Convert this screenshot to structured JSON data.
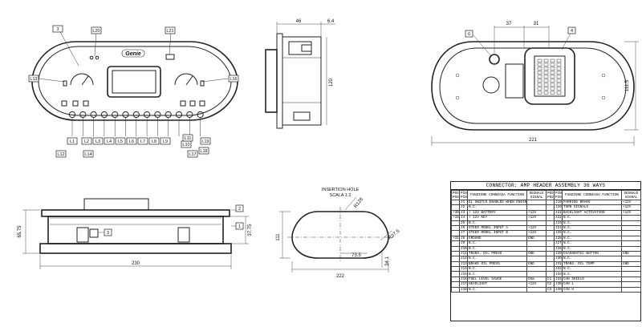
{
  "front_view": {
    "brand_logo": "Genie",
    "callouts": [
      "3",
      "L20",
      "L21",
      "L13",
      "L16",
      "L12",
      "L1",
      "L14",
      "L2",
      "L3",
      "L4",
      "L5",
      "L6",
      "L7",
      "L8",
      "L9",
      "L10",
      "L17",
      "L18",
      "L19",
      "L11"
    ]
  },
  "side_view": {
    "dim_depth": "46",
    "dim_bezel": "6.4",
    "dim_height": "120"
  },
  "rear_view": {
    "callouts": [
      "6",
      "4"
    ],
    "dim_a": "37",
    "dim_b": "31",
    "dim_height": "111.5",
    "dim_width": "221"
  },
  "bottom_view": {
    "callouts": [
      "2",
      "1",
      "3"
    ],
    "dim_h1": "65.75",
    "dim_h2": "37.75",
    "dim_width": "230"
  },
  "insertion_hole": {
    "title": "INSERTION HOLE",
    "scale": "SCALA 1:2",
    "dim_r1": "R128",
    "dim_r2": "R37.5",
    "dim_height": "111",
    "dim_x": "73.5",
    "dim_y": "34.1",
    "dim_width": "222"
  },
  "connector": {
    "title": "CONNECTOR: AMP HEADER ASSEMBLY 36 WAYS",
    "headers": {
      "pos": "POS. POS.",
      "pin": "PIN PIN",
      "function": "FUNZIONE CONNESSA FUNCTION",
      "signal": "SEGNALE SIGNAL"
    },
    "left": [
      {
        "pos": "",
        "pin": "J1",
        "function": "EL SWITCH ENABLED WHEN ENGINE RUNNING",
        "signal": ""
      },
      {
        "pos": "",
        "pin": "J2",
        "function": "N.C.",
        "signal": ""
      },
      {
        "pos": "+30",
        "pin": "J3",
        "function": "+ 12V BATTERY",
        "signal": "+12V"
      },
      {
        "pos": "+15",
        "pin": "J4",
        "function": "+ 12V KEY",
        "signal": "+12V"
      },
      {
        "pos": "",
        "pin": "J5",
        "function": "N.C.",
        "signal": ""
      },
      {
        "pos": "",
        "pin": "J6",
        "function": "STEER MODEL INPUT A",
        "signal": "+12V"
      },
      {
        "pos": "",
        "pin": "J7",
        "function": "STEER MODEL INPUT B",
        "signal": "+12V"
      },
      {
        "pos": "+31",
        "pin": "J8",
        "function": "GROUND",
        "signal": "GND"
      },
      {
        "pos": "",
        "pin": "J9",
        "function": "N.C.",
        "signal": ""
      },
      {
        "pos": "",
        "pin": "J10",
        "function": "N.C.",
        "signal": ""
      },
      {
        "pos": "",
        "pin": "J11",
        "function": "TRANS. OIL PRESS",
        "signal": "GND"
      },
      {
        "pos": "",
        "pin": "J12",
        "function": "N.C.",
        "signal": ""
      },
      {
        "pos": "",
        "pin": "J13",
        "function": "BRAKE OIL PRESS",
        "signal": "GND"
      },
      {
        "pos": "",
        "pin": "J14",
        "function": "N.C.",
        "signal": ""
      },
      {
        "pos": "",
        "pin": "J15",
        "function": "N.C.",
        "signal": ""
      },
      {
        "pos": "",
        "pin": "J16",
        "function": "FUEL LEVEL GAUGE",
        "signal": "Ohm"
      },
      {
        "pos": "",
        "pin": "J17",
        "function": "HEADLIGHT",
        "signal": "+12V"
      },
      {
        "pos": "",
        "pin": "J18",
        "function": "N.C.",
        "signal": ""
      }
    ],
    "right": [
      {
        "pos": "",
        "pin": "J19",
        "function": "PARKING BRAKE",
        "signal": "+12V"
      },
      {
        "pos": "",
        "pin": "J20",
        "function": "TURN SIGNALS",
        "signal": "+12V"
      },
      {
        "pos": "",
        "pin": "J21",
        "function": "BACKLIGHT ACTIVATION",
        "signal": "+12V"
      },
      {
        "pos": "",
        "pin": "J22",
        "function": "N.C.",
        "signal": ""
      },
      {
        "pos": "",
        "pin": "J23",
        "function": "N.C.",
        "signal": ""
      },
      {
        "pos": "",
        "pin": "J24",
        "function": "N.C.",
        "signal": ""
      },
      {
        "pos": "",
        "pin": "J25",
        "function": "N.C.",
        "signal": ""
      },
      {
        "pos": "",
        "pin": "J26",
        "function": "N.C.",
        "signal": ""
      },
      {
        "pos": "",
        "pin": "J27",
        "function": "N.C.",
        "signal": ""
      },
      {
        "pos": "",
        "pin": "J28",
        "function": "N.C.",
        "signal": ""
      },
      {
        "pos": "",
        "pin": "J29",
        "function": "DIAGNOSTIC BUTTON",
        "signal": "GND"
      },
      {
        "pos": "",
        "pin": "J30",
        "function": "N.C.",
        "signal": ""
      },
      {
        "pos": "",
        "pin": "J31",
        "function": "TRANS. OIL TEMP",
        "signal": "GND"
      },
      {
        "pos": "",
        "pin": "J32",
        "function": "N.C.",
        "signal": ""
      },
      {
        "pos": "",
        "pin": "J33",
        "function": "N.C.",
        "signal": ""
      },
      {
        "pos": "C1",
        "pin": "J34",
        "function": "CAN SHIELD",
        "signal": ""
      },
      {
        "pos": "C2",
        "pin": "J35",
        "function": "CAN L",
        "signal": ""
      },
      {
        "pos": "C3",
        "pin": "J36",
        "function": "CAN H",
        "signal": ""
      }
    ]
  }
}
